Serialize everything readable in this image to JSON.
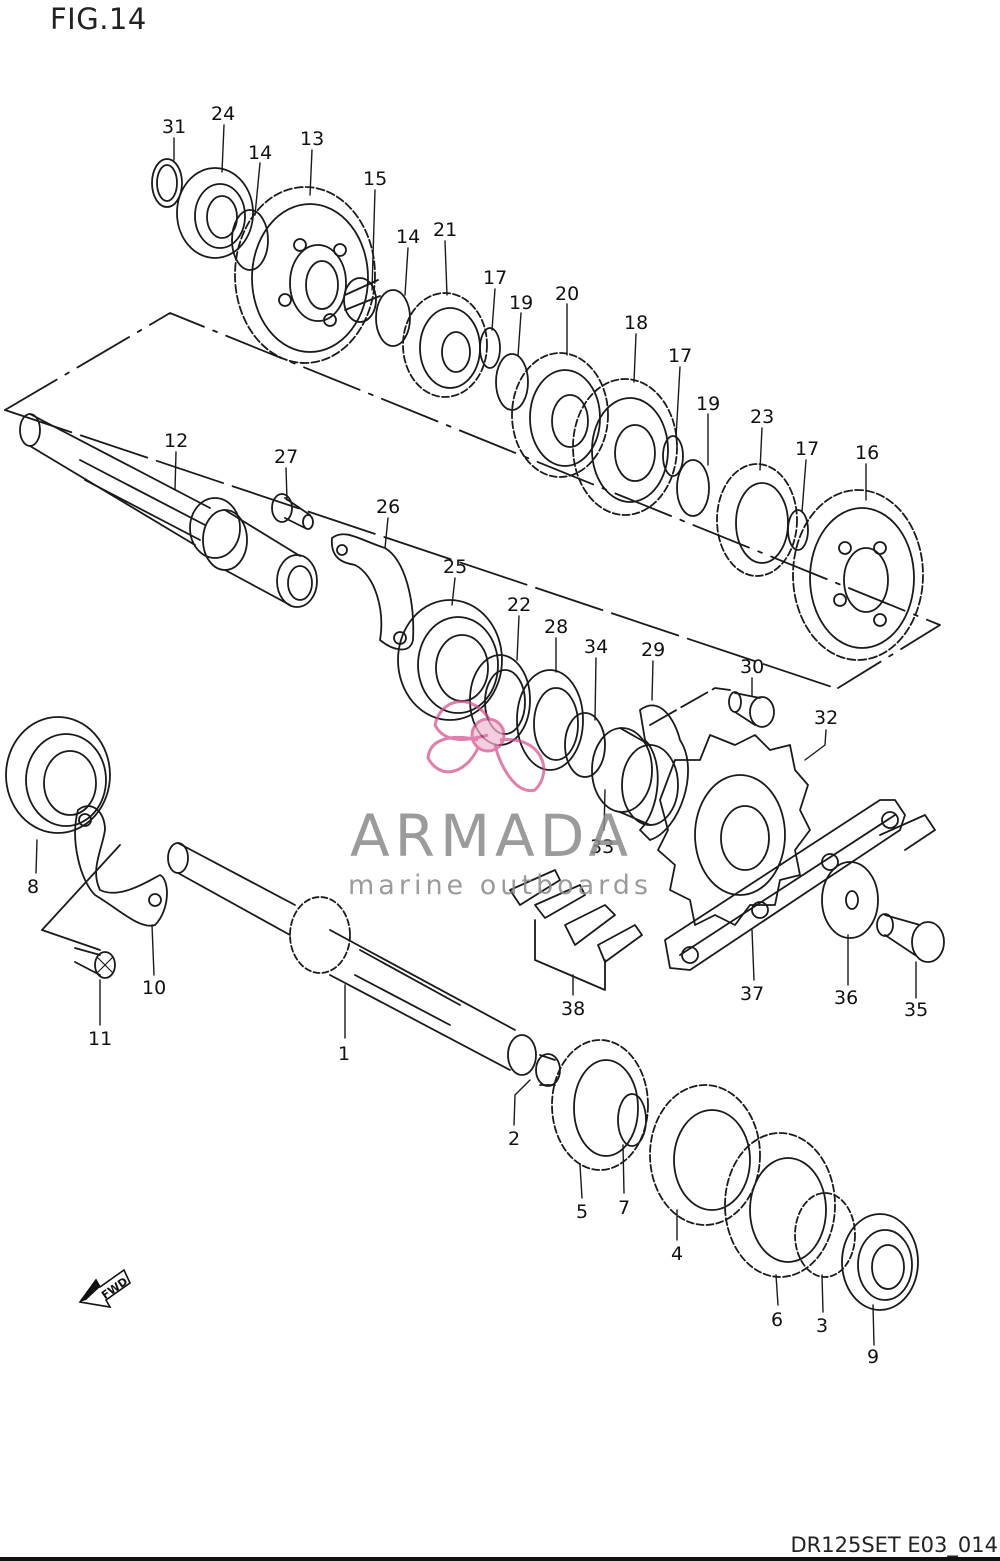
{
  "figure_title": "FIG.14",
  "drawing_code": "DR125SET E03_014",
  "watermark": {
    "name": "ARMADA",
    "tagline": "marine outboards",
    "color": "#d44a8a"
  },
  "callouts": [
    "1",
    "2",
    "3",
    "4",
    "5",
    "6",
    "7",
    "8",
    "9",
    "10",
    "11",
    "12",
    "13",
    "14",
    "14",
    "15",
    "16",
    "17",
    "17",
    "17",
    "18",
    "19",
    "19",
    "20",
    "21",
    "22",
    "23",
    "24",
    "25",
    "26",
    "27",
    "28",
    "29",
    "30",
    "31",
    "32",
    "33",
    "34",
    "35",
    "36",
    "37",
    "38"
  ],
  "fwd_label": "FWD"
}
